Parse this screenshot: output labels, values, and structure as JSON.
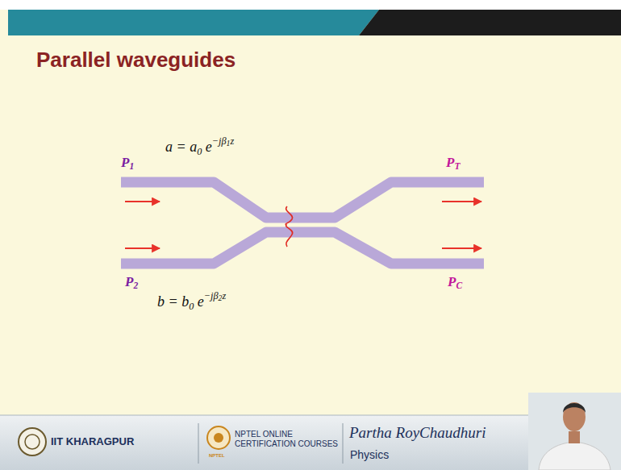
{
  "diagram": {
    "title": "Parallel waveguides",
    "labels": [
      "P1",
      "a = a0 e−jβ1z",
      "PT",
      "P2",
      "b = b0 e−jβ2z",
      "PC",
      "IIT KHARAGPUR",
      "NPTEL ONLINE CERTIFICATION COURSES",
      "NPTEL",
      "Partha RoyChaudhuri",
      "Physics"
    ]
  }
}
